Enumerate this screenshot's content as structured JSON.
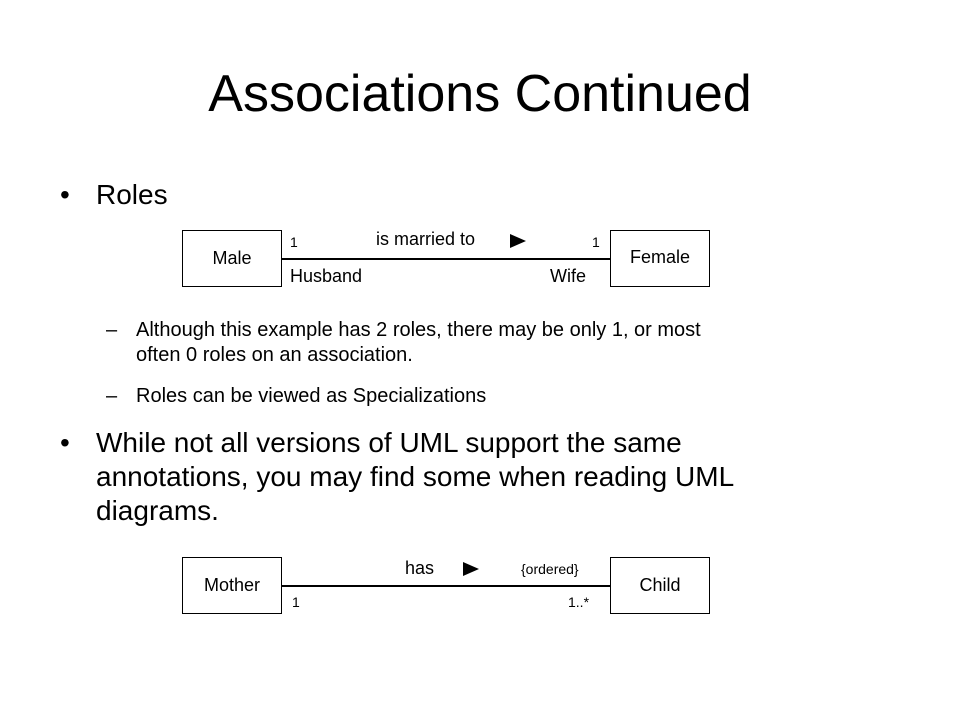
{
  "title": "Associations Continued",
  "bullets": [
    {
      "text": "Roles"
    },
    {
      "lines": [
        "While not all versions of UML support the same",
        "annotations, you may find some when reading UML",
        "diagrams."
      ]
    }
  ],
  "sub_bullets": [
    {
      "lines": [
        "Although this example has 2 roles, there may be only 1, or most",
        "often 0 roles on an association."
      ]
    },
    {
      "text": "Roles can be viewed as Specializations"
    }
  ],
  "diagram1": {
    "left_class": "Male",
    "right_class": "Female",
    "association": "is married to",
    "left_multiplicity": "1",
    "right_multiplicity": "1",
    "left_role": "Husband",
    "right_role": "Wife"
  },
  "diagram2": {
    "left_class": "Mother",
    "right_class": "Child",
    "association": "has",
    "constraint": "{ordered}",
    "left_multiplicity": "1",
    "right_multiplicity": "1..*"
  }
}
